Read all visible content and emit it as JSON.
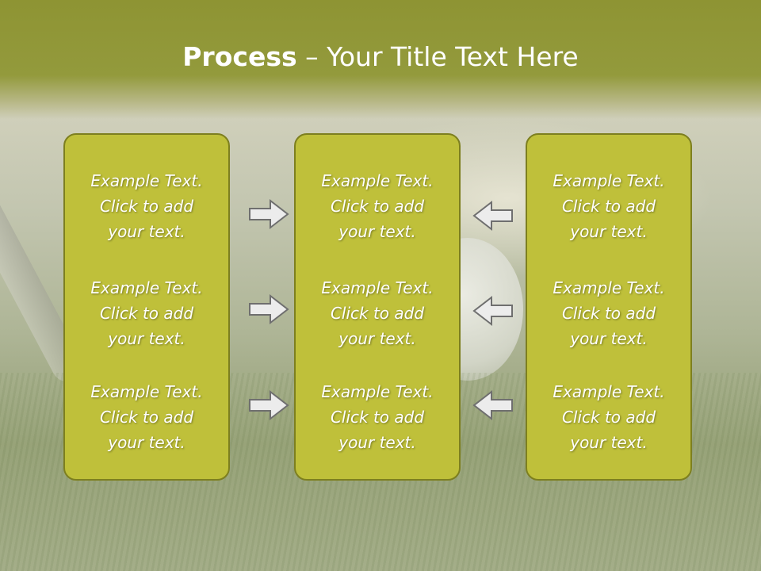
{
  "slide": {
    "title_bold": "Process",
    "title_rest": " – Your Title Text Here"
  },
  "columns": [
    {
      "items": [
        [
          "Example Text.",
          "Click  to add",
          "your text."
        ],
        [
          "Example Text.",
          "Click  to add",
          "your text."
        ],
        [
          "Example Text.",
          "Click  to add",
          "your text."
        ]
      ]
    },
    {
      "items": [
        [
          "Example Text.",
          "Click  to add",
          "your text."
        ],
        [
          "Example Text.",
          "Click  to add",
          "your text."
        ],
        [
          "Example Text.",
          "Click  to add",
          "your text."
        ]
      ]
    },
    {
      "items": [
        [
          "Example Text.",
          "Click  to add",
          "your text."
        ],
        [
          "Example Text.",
          "Click  to add",
          "your text."
        ],
        [
          "Example Text.",
          "Click  to add",
          "your text."
        ]
      ]
    }
  ],
  "arrows": {
    "left_group": "right-arrow-icon",
    "right_group": "left-arrow-icon"
  },
  "colors": {
    "box_fill": "#bfc03a",
    "box_border": "#7d7f1f",
    "header": "#8e9433"
  }
}
